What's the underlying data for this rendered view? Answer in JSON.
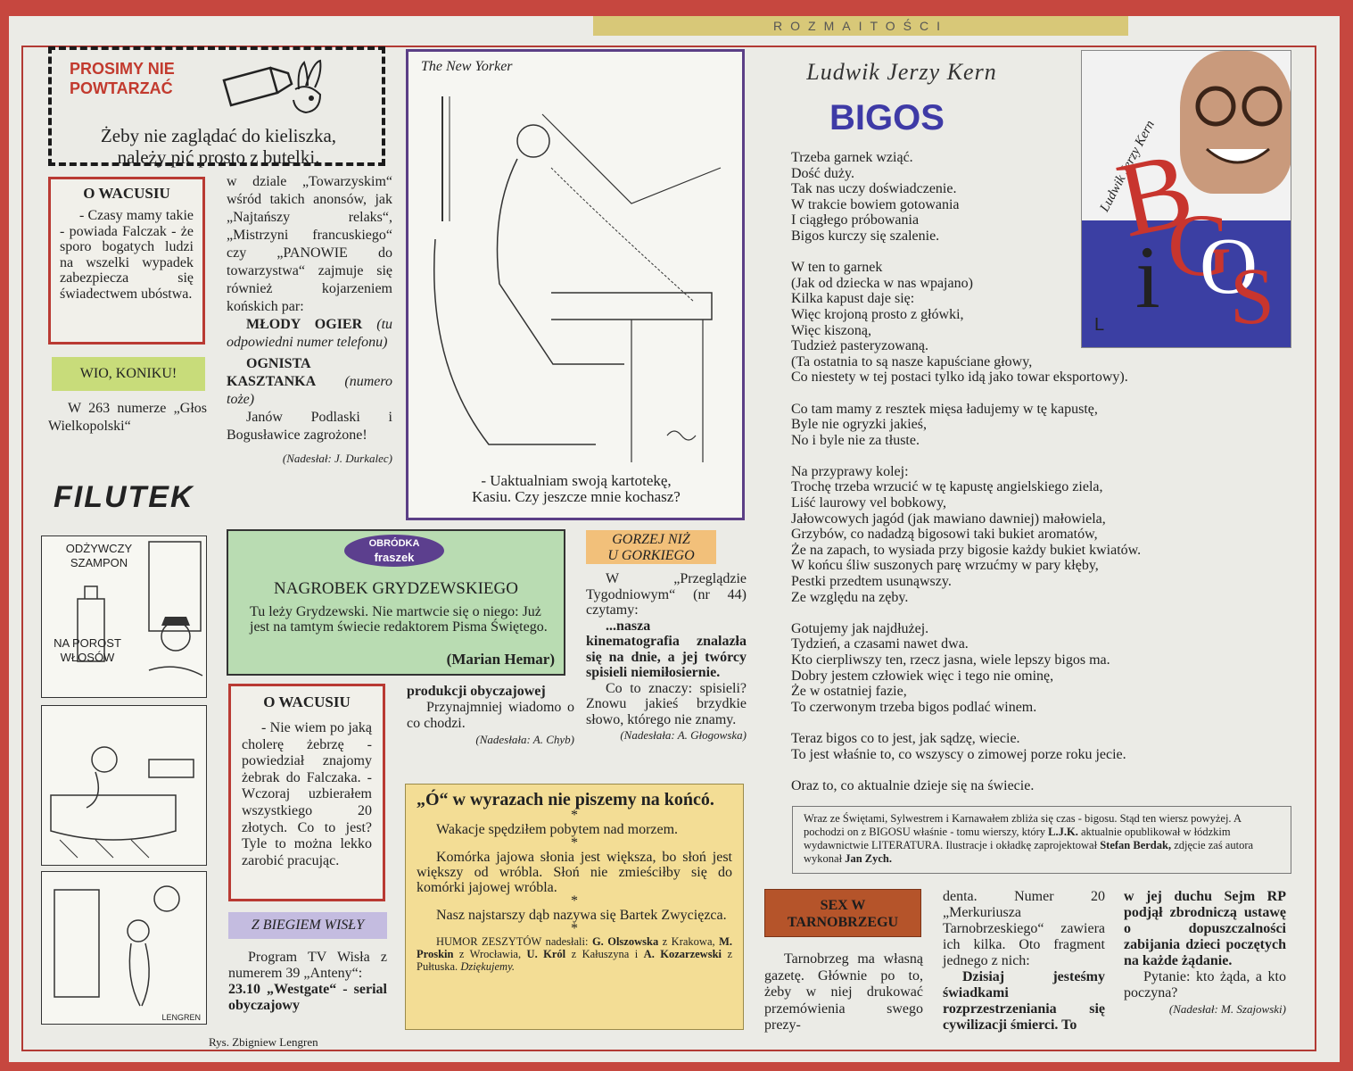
{
  "masthead": "ROZMAITOŚCI",
  "prosimy": {
    "title_line1": "PROSIMY NIE",
    "title_line2": "POWTARZAĆ",
    "text_line1": "Żeby nie zaglądać do kieliszka,",
    "text_line2": "należy pić prosto z butelki."
  },
  "wacusiu1": {
    "title": "O WACUSIU",
    "text": "- Czasy mamy takie - powiada Falczak - że sporo bogatych ludzi na wszelki wypadek zabezpiecza się świadectwem ubóstwa."
  },
  "wio": {
    "label": "WIO, KONIKU!",
    "lead": "W 263 numerze „Głos Wielkopolski“",
    "col2_text": "w dziale „Towarzyskim“ wśród takich anonsów, jak „Najtańszy relaks“, „Mistrzyni francuskiego“ czy „PANOWIE do towarzystwa“ zajmuje się również kojarzeniem końskich par:",
    "ad1_bold": "MŁODY OGIER",
    "ad1_ital": "(tu odpowiedni numer telefonu)",
    "ad2_bold": "OGNISTA KASZTANKA",
    "ad2_ital": "(numero toże)",
    "ad2_text": "Janów Podlaski i Bogusławice zagrożone!",
    "credit": "(Nadesłał: J. Durkalec)"
  },
  "filutek": {
    "logo": "FILUTEK"
  },
  "cartoons_left": {
    "c1_line1": "ODŻYWCZY",
    "c1_line2": "SZAMPON",
    "c1_line3": "NA POROST",
    "c1_line4": "WŁOSÓW",
    "signature": "LENGREN",
    "credit": "Rys. Zbigniew Lengren"
  },
  "newyorker": {
    "source": "The New Yorker",
    "caption_line1": "- Uaktualniam swoją kartotekę,",
    "caption_line2": "Kasiu.  Czy jeszcze mnie kochasz?"
  },
  "nagrobek": {
    "badge_top": "OBRÓDKA",
    "badge_bottom": "fraszek",
    "title": "NAGROBEK GRYDZEWSKIEGO",
    "text": "Tu leży Grydzewski. Nie martwcie się o niego: Już jest na tamtym świecie redaktorem Pisma Świętego.",
    "author": "(Marian Hemar)"
  },
  "wacusiu2": {
    "title": "O WACUSIU",
    "text": "- Nie wiem po jaką cholerę żebrzę - powiedział znajomy żebrak do Falczaka. - Wczoraj uzbierałem wszystkiego 20 złotych. Co to jest? Tyle to można lekko zarobić pracując."
  },
  "wisla": {
    "label": "Z BIEGIEM WISŁY",
    "text": "Program TV Wisła z numerem 39 „Anteny“:",
    "bold_start": "23.10 „Westgate“ - serial obyczajowy",
    "bold_cont": "produkcji obyczajowej",
    "text2": "Przynajmniej wiadomo o co chodzi.",
    "credit": "(Nadesłała: A. Chyb)"
  },
  "gorzej": {
    "label_line1": "GORZEJ NIŻ",
    "label_line2": "U GORKIEGO",
    "text": "W „Przeglądzie Tygodniowym“ (nr 44) czytamy:",
    "quote": "...nasza kinematografia znalazła się na dnie, a jej twórcy spisieli niemiłosiernie.",
    "text2": "Co to znaczy: spisieli? Znowu jakieś brzydkie słowo, którego nie znamy.",
    "credit": "(Nadesłała: A. Głogowska)"
  },
  "humor": {
    "title": "„Ó“ w wyrazach nie piszemy na końcó.",
    "star": "*",
    "item1": "Wakacje spędziłem pobytem nad morzem.",
    "item2": "Komórka jajowa słonia jest większa, bo słoń jest większy od wróbla. Słoń nie zmieściłby się do komórki jajowej wróbla.",
    "item3": "Nasz najstarszy dąb nazywa się Bartek Zwycięzca.",
    "footer_lead": "HUMOR ZESZYTÓW nadesłali:",
    "n1": "G. Olszowska",
    "t1": "z Krakowa,",
    "n2": "M. Proskin",
    "t2": "z Wrocławia,",
    "n3": "U. Król",
    "t3": "z Kałuszyna i",
    "n4": "A. Kozarzewski",
    "t4": "z Pułtuska.",
    "thanks": "Dziękujemy."
  },
  "bigos": {
    "author_script": "Ludwik Jerzy Kern",
    "title": "BIGOS",
    "stanzas": [
      [
        "Trzeba garnek wziąć.",
        "Dość duży.",
        "Tak nas uczy doświadczenie.",
        "W trakcie bowiem gotowania",
        "I ciągłego próbowania",
        "Bigos kurczy się szalenie."
      ],
      [
        "W ten to garnek",
        "(Jak od dziecka w nas wpajano)",
        "Kilka kapust daje się:",
        "Więc krojoną prosto z główki,",
        "Więc kiszoną,",
        "Tudzież pasteryzowaną.",
        "(Ta ostatnia to są nasze kapuściane głowy,",
        "Co niestety w tej postaci tylko idą jako towar eksportowy)."
      ],
      [
        "Co tam mamy z resztek mięsa ładujemy w tę kapustę,",
        "Byle nie ogryzki jakieś,",
        "No i byle nie za tłuste."
      ],
      [
        "Na przyprawy kolej:",
        "Trochę trzeba wrzucić w tę kapustę angielskiego ziela,",
        "Liść laurowy vel bobkowy,",
        "Jałowcowych jagód (jak mawiano dawniej) małowiela,",
        "Grzybów, co nadadzą bigosowi taki bukiet aromatów,",
        "Że na zapach, to wysiada przy bigosie każdy bukiet kwiatów.",
        "W końcu śliw suszonych parę wrzućmy w pary kłęby,",
        "Pestki przedtem usunąwszy.",
        "Ze względu na zęby."
      ],
      [
        "Gotujemy jak najdłużej.",
        "Tydzień, a czasami nawet dwa.",
        "Kto cierpliwszy ten, rzecz jasna, wiele lepszy bigos ma.",
        "Dobry jestem człowiek więc i tego nie ominę,",
        "Że w ostatniej fazie,",
        "To czerwonym trzeba bigos podlać winem."
      ],
      [
        "Teraz bigos co to jest, jak sądzę, wiecie.",
        "To jest właśnie to, co wszyscy o zimowej porze roku jecie."
      ],
      [
        "Oraz to, co aktualnie dzieje się na świecie."
      ]
    ],
    "cover_script": "Ludwik Jerzy Kern",
    "cover_letters": [
      "B",
      "i",
      "G",
      "O",
      "S"
    ],
    "cover_mark": "L",
    "note_text1": "Wraz ze Świętami, Sylwestrem i Karnawałem zbliża się czas - bigosu. Stąd ten wiersz powyżej. A pochodzi on z BIGOSU właśnie - tomu wierszy, który",
    "note_ljk": "L.J.K.",
    "note_text2": "aktualnie opublikował w łódzkim wydawnictwie LITERATURA. Ilustracje i okładkę zaprojektował",
    "note_berdak": "Stefan Berdak,",
    "note_text3": "zdjęcie zaś autora wykonał",
    "note_zych": "Jan Zych."
  },
  "sex": {
    "label_line1": "SEX W",
    "label_line2": "TARNOBRZEGU",
    "col1": "Tarnobrzeg ma własną gazetę. Głównie po to, żeby w niej drukować przemówienia swego prezy-",
    "col2a": "denta. Numer 20 „Merkuriusza Tarnobrzeskiego“ zawiera ich kilka. Oto fragment jednego z nich:",
    "col2_bold": "Dzisiaj jesteśmy świadkami rozprzestrzeniania się cywilizacji śmierci. To",
    "col3_bold": "w jej duchu Sejm RP podjął zbrodniczą ustawę o dopuszczalności zabijania dzieci poczętych na każde żądanie.",
    "col3_text": "Pytanie: kto żąda, a kto poczyna?",
    "credit": "(Nadesłał: M. Szajowski)"
  },
  "colors": {
    "frame_red": "#b93a33",
    "green_label": "#c8dc7a",
    "orange_label": "#f2c07a",
    "purple_frame": "#5b3f86",
    "bigos_blue": "#3e3aa6",
    "sex_label": "#b5542a"
  }
}
